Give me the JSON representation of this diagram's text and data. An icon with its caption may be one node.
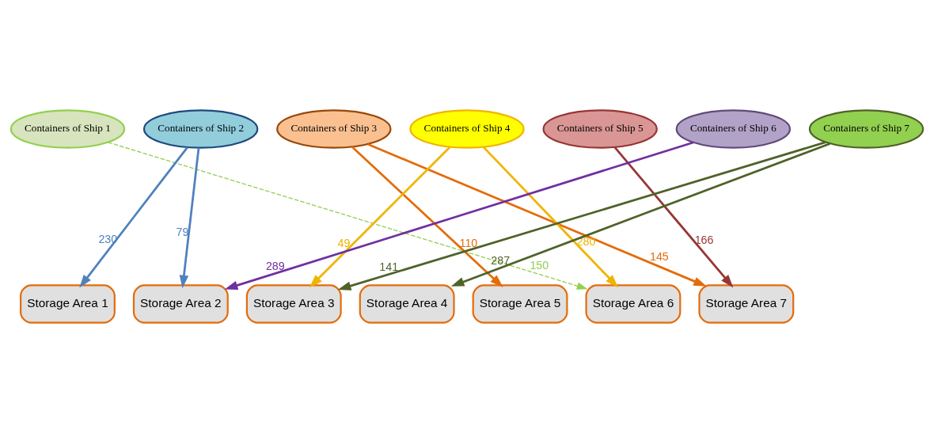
{
  "diagram": {
    "nodes": [
      {
        "text": [
          "Containers of Ship 1"
        ]
      },
      {
        "text": [
          "Containers of Ship 2"
        ]
      },
      {
        "text": [
          "Containers of Ship 3"
        ]
      },
      {
        "text": [
          "Containers of Ship 4"
        ]
      },
      {
        "text": [
          "Containers of Ship 5"
        ]
      },
      {
        "text": [
          "Containers of Ship 6"
        ]
      },
      {
        "text": [
          "Containers of Ship 7"
        ]
      },
      {
        "text": [
          "Storage Area 1"
        ]
      },
      {
        "text": [
          "Storage Area 2"
        ]
      },
      {
        "text": [
          "Storage Area 3"
        ]
      },
      {
        "text": [
          "Storage Area 4"
        ]
      },
      {
        "text": [
          "Storage Area 5"
        ]
      },
      {
        "text": [
          "Storage Area 6"
        ]
      },
      {
        "text": [
          "Storage Area 7"
        ]
      }
    ],
    "edges": [
      {
        "from": 0,
        "to": 12,
        "arrow": "to",
        "label": "150",
        "color": "#92d050",
        "style": "dashed"
      },
      {
        "from": 1,
        "to": 7,
        "arrow": "to",
        "label": "230",
        "color": "#4f81bd"
      },
      {
        "from": 1,
        "to": 8,
        "arrow": "to",
        "label": "79",
        "color": "#4f81bd"
      },
      {
        "from": 2,
        "to": 11,
        "arrow": "to",
        "label": "110",
        "color": "#e36c0a"
      },
      {
        "from": 2,
        "to": 13,
        "arrow": "to",
        "label": "145",
        "color": "#e36c0a"
      },
      {
        "from": 3,
        "to": 9,
        "arrow": "to",
        "label": "49",
        "color": "#f0b400"
      },
      {
        "from": 3,
        "to": 12,
        "arrow": "to",
        "label": "280",
        "color": "#f0b400"
      },
      {
        "from": 4,
        "to": 13,
        "arrow": "to",
        "label": "166",
        "color": "#953735"
      },
      {
        "from": 5,
        "to": 8,
        "arrow": "to",
        "label": "289",
        "color": "#7030a0"
      },
      {
        "from": 6,
        "to": 9,
        "arrow": "to",
        "label": "141",
        "color": "#4f6228"
      },
      {
        "from": 6,
        "to": 10,
        "arrow": "to",
        "label": "287",
        "color": "#4f6228"
      }
    ]
  }
}
